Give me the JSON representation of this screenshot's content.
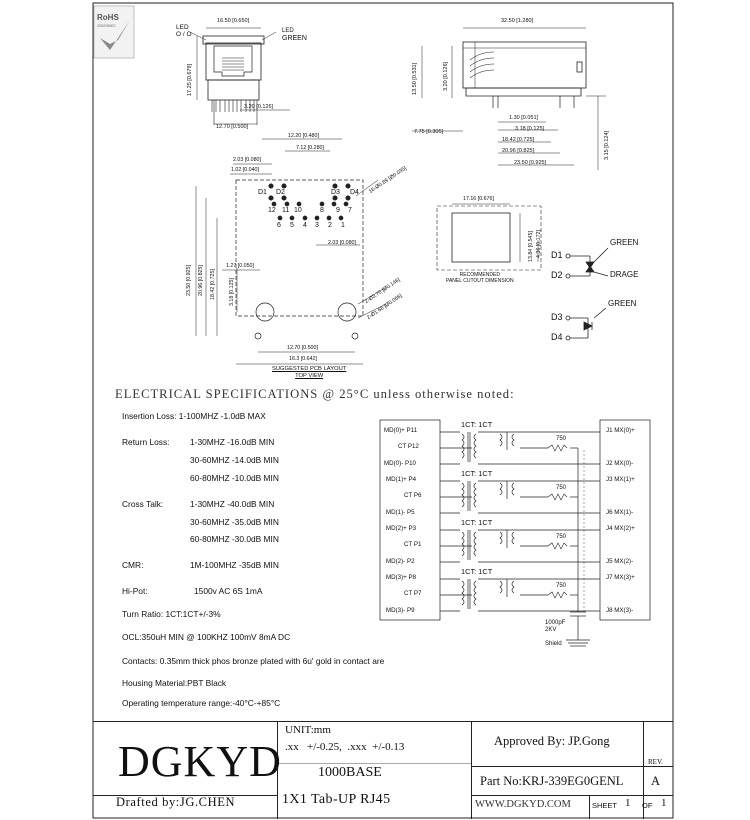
{
  "rohs": {
    "label": "RoHS",
    "sublabel": "2002/95/EC"
  },
  "front_view": {
    "led_left": [
      "LED",
      "O / O"
    ],
    "led_right": [
      "LED",
      "GREEN"
    ],
    "width_dim": "16.50 [0.650]",
    "height_dim": "17.25 [0.679]",
    "pin_offset_dim": "3.20 [0.126]",
    "pin_span_dim": "12.70 [0.500]"
  },
  "side_view": {
    "length_dim": "32.50 [1.280]",
    "height_a": "13.50 [0.531]",
    "height_b": "3.20 [0.126]",
    "offset_dim": "7.75 [0.305]",
    "pin_dims": [
      "1.30 [0.051]",
      "3.18 [0.125]",
      "18.42 [0.725]",
      "20.96 [0.825]",
      "23.50 [0.925]"
    ],
    "lead_dim": "3.15 [0.124]"
  },
  "pcb_layout": {
    "dims_top": [
      "12.20 [0.480]",
      "7.12 [0.280]",
      "2.03 [0.080]",
      "1.02 [0.040]"
    ],
    "hole_note": "16-Ø0.89 [Ø0.035]",
    "row_top_labels": [
      "D1",
      "D2",
      "D3",
      "D4"
    ],
    "row_mid_numbers": [
      "12",
      "11",
      "10",
      "8",
      "9",
      "7"
    ],
    "row_bottom_numbers": [
      "6",
      "5",
      "4",
      "3",
      "2",
      "1"
    ],
    "pitch_dim": "2.03 [0.080]",
    "left_dims": [
      "23.50 [0.925]",
      "20.96 [0.825]",
      "18.42 [0.725]",
      "3.18 [0.125]"
    ],
    "dim_127": "1.27 [0.050]",
    "hole_a": "2-Ø3.70 [Ø0.146]",
    "hole_b": "2-Ø1.68 [Ø0.066]",
    "bottom_dims": [
      "12.70 [0.500]",
      "16.3 [0.642]"
    ],
    "caption": [
      "SUGGESTED PCB LAYOUT",
      "TOP VIEW"
    ]
  },
  "panel_cutout": {
    "width_dim": "17.16 [0.676]",
    "height_dim": "13.84 [0.545]",
    "small_dim": "4.36 [0.172]",
    "caption": [
      "RECOMMENDED",
      "PANEL CUTOUT DIMENSION"
    ]
  },
  "led_legend": {
    "d1": "D1",
    "d2": "D2",
    "d3": "D3",
    "d4": "D4",
    "green1": "GREEN",
    "drage": "DRAGE",
    "green2": "GREEN"
  },
  "electrical": {
    "title": "ELECTRICAL SPECIFICATIONS @ 25°C unless otherwise noted:",
    "insertion_loss": "Insertion Loss:  1-100MHZ  -1.0dB MAX",
    "return_loss_label": "Return Loss:",
    "return_loss": [
      "1-30MHZ   -16.0dB MIN",
      "30-60MHZ  -14.0dB MIN",
      "60-80MHZ  -10.0dB MIN"
    ],
    "cross_talk_label": "Cross Talk:",
    "cross_talk": [
      "1-30MHZ   -40.0dB MIN",
      "30-60MHZ  -35.0dB MIN",
      "60-80MHZ  -30.0dB MIN"
    ],
    "cmr_label": "CMR:",
    "cmr": "1M-100MHZ  -35dB MIN",
    "hipot_label": "Hi-Pot:",
    "hipot": "1500v AC 6S 1mA",
    "turn_ratio": "Turn Ratio: 1CT:1CT+/-3%",
    "ocl": "OCL:350uH MIN @ 100KHZ 100mV 8mA DC",
    "contacts": "Contacts: 0.35mm thick phos bronze plated with 6u' gold in contact are",
    "housing": "Housing Material:PBT Black",
    "temperature": "Operating temperature range:-40°C-+85°C"
  },
  "schematic": {
    "left_pins": [
      "MD(0)+ P11",
      "CT P12",
      "MD(0)- P10",
      "MD(1)+ P4",
      "CT P6",
      "MD(1)- P5",
      "MD(2)+ P3",
      "CT P1",
      "MD(2)- P2",
      "MD(3)+ P8",
      "CT P7",
      "MD(3)- P9"
    ],
    "right_pins": [
      "J1  MX(0)+",
      "J2  MX(0)-",
      "J3  MX(1)+",
      "J6  MX(1)-",
      "J4  MX(2)+",
      "J5  MX(2)-",
      "J7  MX(3)+",
      "J8  MX(3)-"
    ],
    "ratio": "1CT: 1CT",
    "resistor": "750",
    "cap": [
      "1000pF",
      "2KV"
    ],
    "shield": "Shield"
  },
  "title_block": {
    "logo": "DGKYD",
    "drafted": "Drafted by:JG.CHEN",
    "unit": "UNIT:mm",
    "tolerance": ".xx   +/-0.25,  .xxx  +/-0.13",
    "product": "1000BASE",
    "description": "1X1 Tab-UP RJ45",
    "approved": "Approved By: JP.Gong",
    "rev_label": "REV.",
    "part_no": "Part No:KRJ-339EG0GENL",
    "rev": "A",
    "website": "WWW.DGKYD.COM",
    "sheet_label": "SHEET",
    "sheet_num": "1",
    "of_label": "OF",
    "sheet_total": "1"
  }
}
